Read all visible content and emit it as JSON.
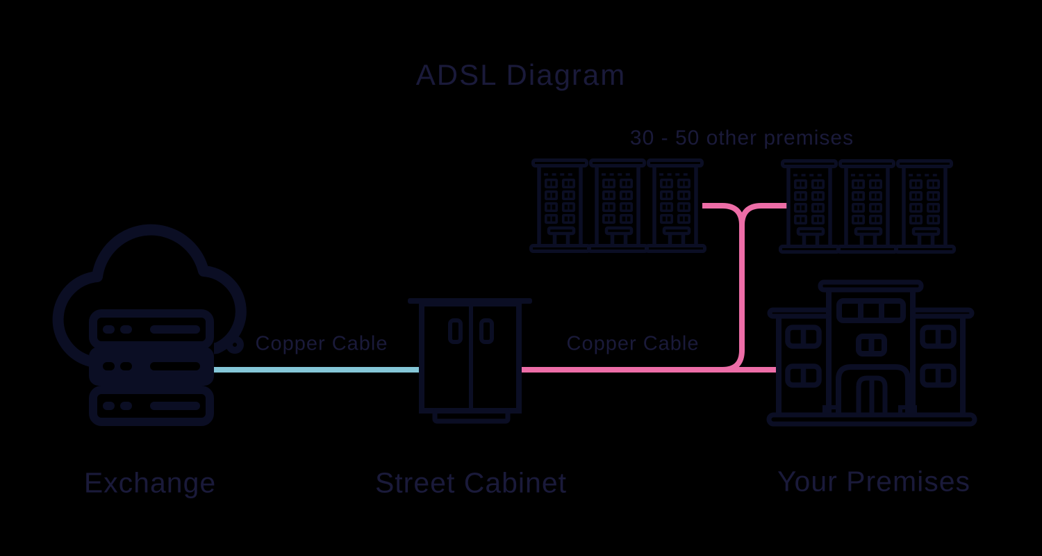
{
  "title": "ADSL Diagram",
  "colors": {
    "background": "#000000",
    "ink": "#0b0e24",
    "text": "#1a1a3a",
    "copper_cable_blue": "#85c7d8",
    "copper_cable_pink": "#ed6da7"
  },
  "nodes": {
    "exchange": {
      "label": "Exchange",
      "icon": "cloud-server-icon"
    },
    "street_cabinet": {
      "label": "Street Cabinet",
      "icon": "street-cabinet-icon"
    },
    "your_premises": {
      "label": "Your Premises",
      "icon": "office-building-icon"
    },
    "other_premises": {
      "label": "30 - 50 other premises",
      "icon": "apartment-building-icon"
    }
  },
  "links": {
    "exchange_to_cabinet": {
      "label": "Copper Cable",
      "color": "#85c7d8"
    },
    "cabinet_to_premises": {
      "label": "Copper Cable",
      "color": "#ed6da7"
    }
  }
}
